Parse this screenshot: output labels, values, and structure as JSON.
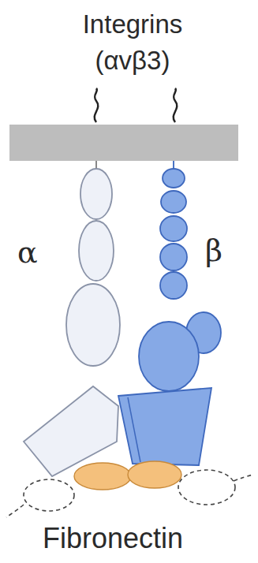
{
  "diagram": {
    "title": "Integrins (αvβ3)",
    "labels": [
      "α",
      "β",
      "Fibronectin"
    ]
  }
}
